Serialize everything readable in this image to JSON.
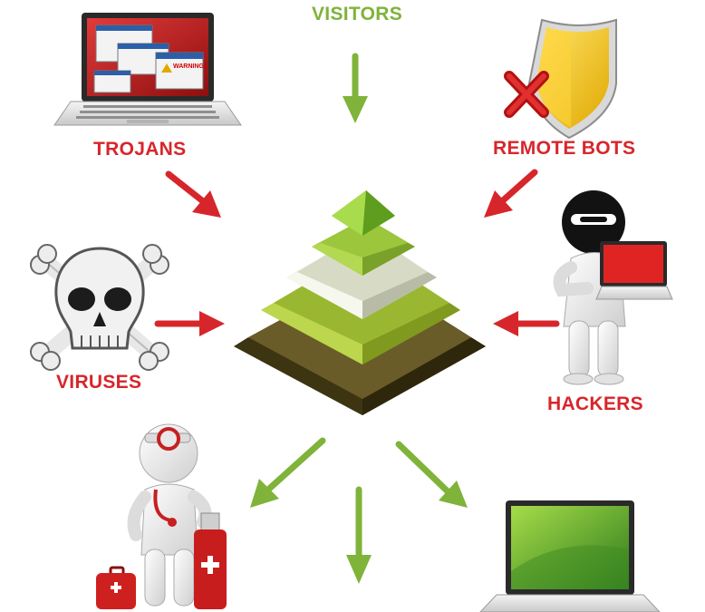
{
  "labels": {
    "visitors": "VISITORS",
    "trojans": "TROJANS",
    "remote_bots": "REMOTE BOTS",
    "viruses": "VIRUSES",
    "hackers": "HACKERS"
  },
  "screen_text": {
    "warning": "WARNING!"
  },
  "colors": {
    "threat_red": "#d7262b",
    "visitor_green": "#7fb33a",
    "pyramid_dark": "#4a3f1a",
    "shield_gold": "#f2c214"
  }
}
